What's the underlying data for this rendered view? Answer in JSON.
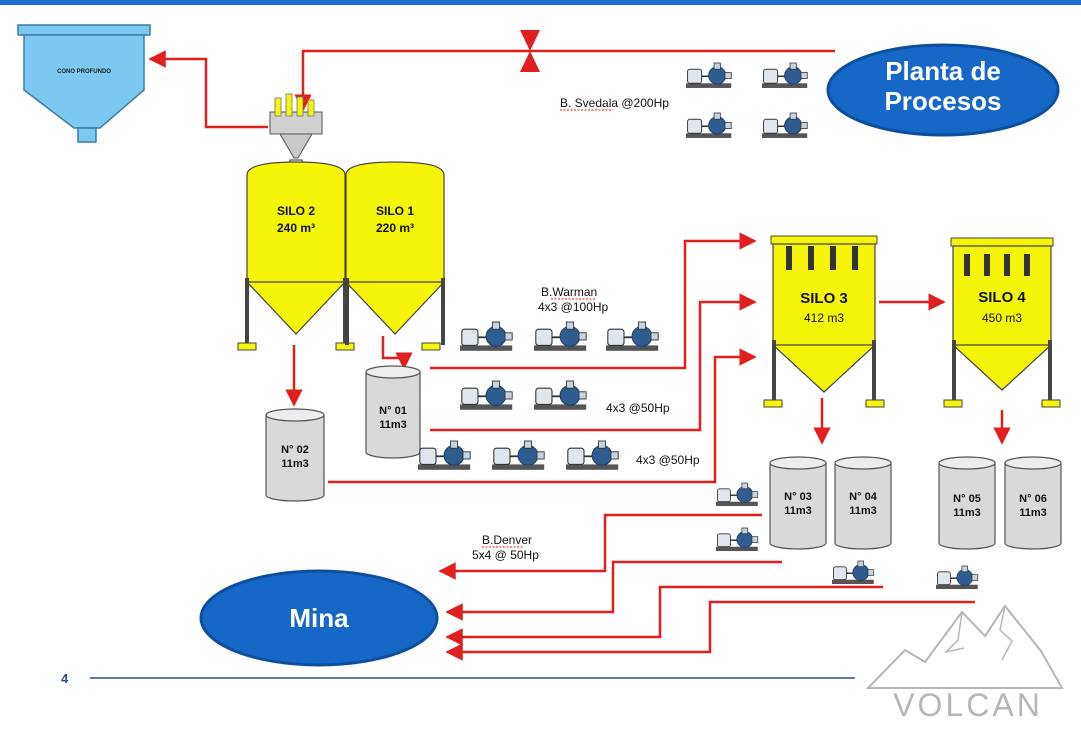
{
  "colors": {
    "top_border": "#1f6fd1",
    "silo_fill": "#f5f50a",
    "silo_stroke": "#444444",
    "pipe": "#e0201e",
    "valve": "#e0201e",
    "ellipse_fill": "#1667c6",
    "ellipse_stroke": "#0d4f9e",
    "ellipse_text": "#ffffff",
    "tank_fill": "#d9d9d9",
    "cone_fill": "#7cc8f0",
    "footer_line": "#2d4e8a",
    "pump_blue": "#2f5d8f",
    "logo": "#9aa0a6"
  },
  "destinations": {
    "plant_line1": "Planta de",
    "plant_line2": "Procesos",
    "mine": "Mina"
  },
  "thickener": {
    "label": "CONO PROFUNDO"
  },
  "silos": [
    {
      "name": "SILO 2",
      "capacity": "240 m³"
    },
    {
      "name": "SILO 1",
      "capacity": "220 m³"
    },
    {
      "name": "SILO 3",
      "capacity": "412 m3"
    },
    {
      "name": "SILO 4",
      "capacity": "450 m3"
    }
  ],
  "tanks": [
    {
      "name": "N° 01",
      "capacity": "11m3"
    },
    {
      "name": "N° 02",
      "capacity": "11m3"
    },
    {
      "name": "N° 03",
      "capacity": "11m3"
    },
    {
      "name": "N° 04",
      "capacity": "11m3"
    },
    {
      "name": "N° 05",
      "capacity": "11m3"
    },
    {
      "name": "N° 06",
      "capacity": "11m3"
    }
  ],
  "pump_groups": {
    "svedala": "B. Svedala @200Hp",
    "warman_name": "B.Warman",
    "warman_spec": "4x3 @100Hp",
    "row2_spec": "4x3 @50Hp",
    "row3_spec": "4x3 @50Hp",
    "denver_name": "B.Denver",
    "denver_spec": "5x4 @ 50Hp"
  },
  "footer": {
    "page_number": "4"
  },
  "logo": {
    "text": "VOLCAN"
  }
}
